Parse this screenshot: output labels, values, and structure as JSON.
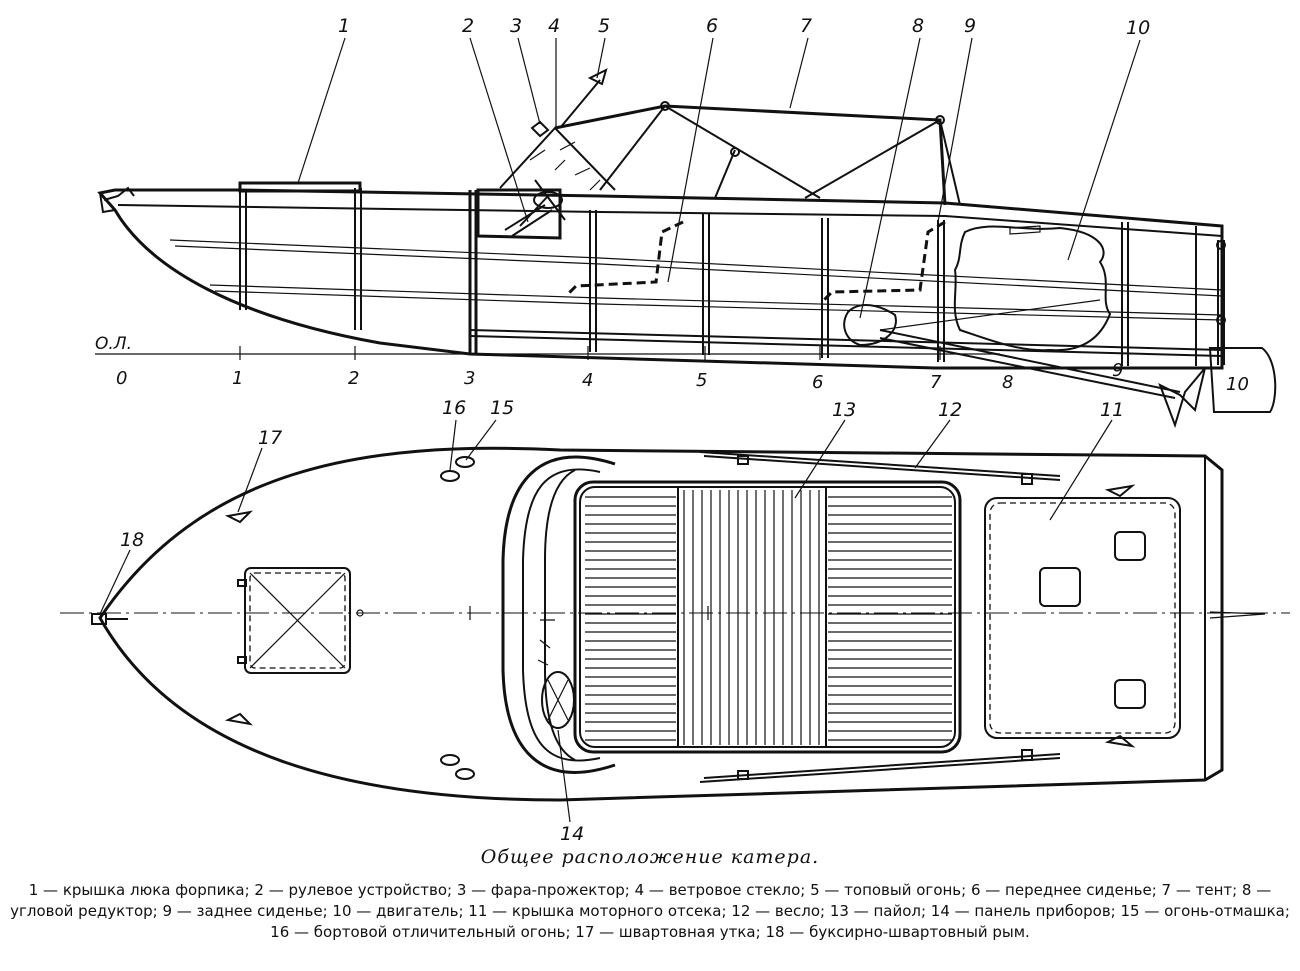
{
  "figure": {
    "waterline_label": "О.Л.",
    "stations": [
      "0",
      "1",
      "2",
      "3",
      "4",
      "5",
      "6",
      "7",
      "8",
      "9",
      "10"
    ],
    "callouts": [
      "1",
      "2",
      "3",
      "4",
      "5",
      "6",
      "7",
      "8",
      "9",
      "10",
      "11",
      "12",
      "13",
      "14",
      "15",
      "16",
      "17",
      "18"
    ]
  },
  "caption": {
    "title": "Общее расположение катера.",
    "legend": "1 — крышка люка форпика; 2 — рулевое устройство; 3 — фара-прожектор; 4 — ветровое стекло; 5 — топовый огонь; 6 — переднее сиденье; 7 — тент; 8 — угловой редуктор; 9 — заднее сиденье; 10 — двигатель; 11 — крышка моторного отсека; 12 — весло; 13 — пайол; 14 — панель приборов; 15 — огонь-отмашка; 16 — бортовой отличительный огонь; 17 — швартовная утка; 18 — буксирно-швартовный рым."
  }
}
